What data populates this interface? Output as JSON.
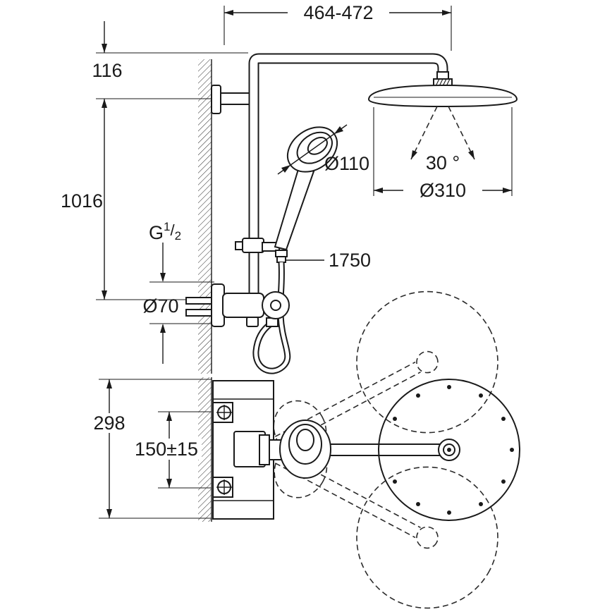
{
  "drawing": {
    "type": "technical-dimension-drawing",
    "subject": "wall-mounted thermostatic shower system with head shower, hand shower and swivel arm",
    "views": {
      "top": "front elevation",
      "bottom": "plan view with swivel range"
    },
    "line_color": "#1a1a1a",
    "background": "#ffffff"
  },
  "labels": {
    "top_width": "464-472",
    "bracket_offset": "116",
    "pipe_height": "1016",
    "thread_g": "G",
    "thread_num": "1",
    "thread_slash": "/",
    "thread_den": "2",
    "escutcheon_dia": "Ø70",
    "hose_length": "1750",
    "handshower_dia": "Ø110",
    "spray_angle": "30 °",
    "head_dia": "Ø310",
    "plan_depth": "298",
    "supply_spacing": "150±15"
  }
}
